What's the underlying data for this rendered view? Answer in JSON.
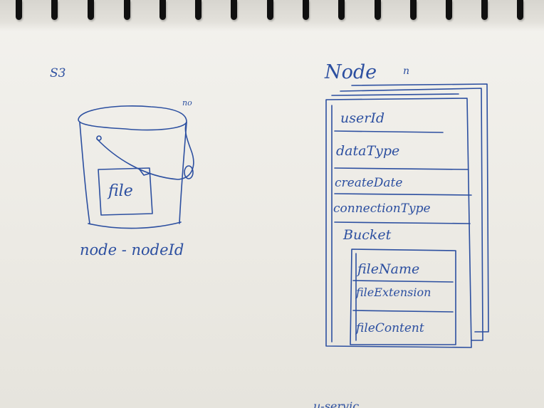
{
  "s3": {
    "title": "S3",
    "bucket_note": "no",
    "file_label": "file",
    "caption": "node - nodeId"
  },
  "node": {
    "title": "Node",
    "title_suffix": "n",
    "fields": [
      "userId",
      "dataType",
      "createDate",
      "connectionType"
    ],
    "bucket_label": "Bucket",
    "bucket_fields": [
      "fileName",
      "fileExtension",
      "fileContent"
    ]
  },
  "footer": {
    "partial_text": "u-servic"
  }
}
